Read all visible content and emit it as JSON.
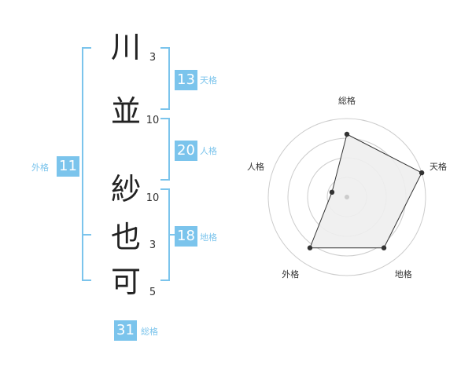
{
  "name_chars": [
    {
      "char": "川",
      "strokes": "3"
    },
    {
      "char": "並",
      "strokes": "10"
    },
    {
      "char": "紗",
      "strokes": "10"
    },
    {
      "char": "也",
      "strokes": "3"
    },
    {
      "char": "可",
      "strokes": "5"
    }
  ],
  "fortunes": {
    "tenkaku": {
      "value": "13",
      "label": "天格"
    },
    "jinkaku": {
      "value": "20",
      "label": "人格"
    },
    "chikaku": {
      "value": "18",
      "label": "地格"
    },
    "gaikaku": {
      "value": "11",
      "label": "外格"
    },
    "soukaku": {
      "value": "31",
      "label": "総格"
    }
  },
  "colors": {
    "accent": "#7bc4ec",
    "text": "#222222",
    "radar_fill": "#eeeeee",
    "radar_line": "#333333",
    "ring": "#cccccc"
  },
  "chart_data": {
    "type": "radar",
    "axes": [
      "総格",
      "天格",
      "地格",
      "外格",
      "人格"
    ],
    "values": [
      4,
      5,
      4,
      4,
      1
    ],
    "max": 5,
    "rings": 4
  }
}
